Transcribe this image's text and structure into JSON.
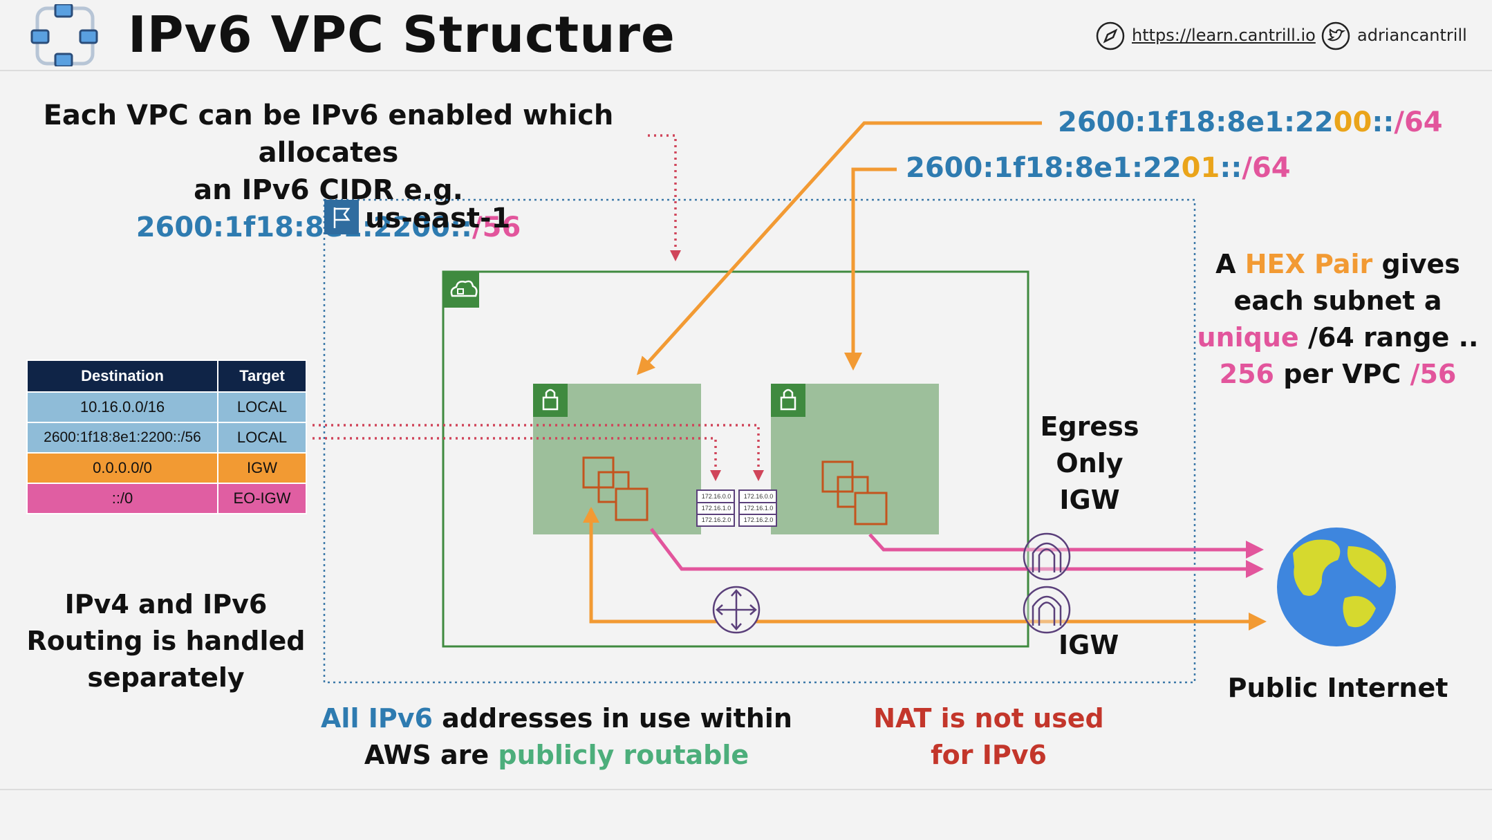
{
  "header": {
    "title": "IPv6 VPC Structure",
    "link_text": "https://learn.cantrill.io",
    "twitter_handle": "adriancantrill",
    "logo_icon": "vpc-network-icon",
    "compass_icon": "compass-icon",
    "twitter_icon": "twitter-bird-icon"
  },
  "intro": {
    "line1": "Each VPC can be IPv6 enabled which allocates",
    "line2_prefix": "an IPv6 CIDR e.g. ",
    "cidr_main": "2600:1f18:8e1:2200::",
    "cidr_suffix": "/56"
  },
  "subnet_cidrs": {
    "a_base": "2600:1f18:8e1:22",
    "a_hex": "00",
    "a_tail": "::",
    "a_suffix": "/64",
    "b_base": "2600:1f18:8e1:22",
    "b_hex": "01",
    "b_tail": "::",
    "b_suffix": "/64"
  },
  "region": {
    "label": "us-east-1",
    "icon": "region-flag-icon"
  },
  "vpc": {
    "icon": "vpc-cloud-icon",
    "subnet_icon": "lock-icon",
    "instance_icon": "instances-icon",
    "router_icon": "router-icon"
  },
  "route_table": {
    "headers": [
      "Destination",
      "Target"
    ],
    "rows": [
      {
        "destination": "10.16.0.0/16",
        "target": "LOCAL",
        "color": "#8fbcd8"
      },
      {
        "destination": "2600:1f18:8e1:2200::/56",
        "target": "LOCAL",
        "color": "#8fbcd8"
      },
      {
        "destination": "0.0.0.0/0",
        "target": "IGW",
        "color": "#f29a33"
      },
      {
        "destination": "::/0",
        "target": "EO-IGW",
        "color": "#e05ea2"
      }
    ],
    "mini_table_rows": [
      "172.16.0.0",
      "172.16.1.0",
      "172.16.2.0"
    ]
  },
  "hex_note": {
    "l1_a": "A ",
    "l1_hex": "HEX Pair",
    "l1_b": " gives",
    "l2": "each subnet a",
    "l3_unique": "unique",
    "l3_b": "  /64 range ..",
    "l4_num": "256",
    "l4_b": " per VPC ",
    "l4_suffix": "/56"
  },
  "egress": {
    "l1": "Egress",
    "l2": "Only",
    "l3": "IGW"
  },
  "igw": {
    "label": "IGW"
  },
  "internet": {
    "label": "Public Internet",
    "icon": "globe-icon"
  },
  "routing_note": {
    "l1": "IPv4 and IPv6",
    "l2": "Routing is handled",
    "l3": "separately"
  },
  "public_note": {
    "l1_a": "All IPv6",
    "l1_b": " addresses in use within",
    "l2_a": "AWS are ",
    "l2_b": "publicly routable"
  },
  "nat_note": {
    "l1": "NAT is not used",
    "l2": "for IPv6"
  },
  "colors": {
    "orange": "#f29a33",
    "pink": "#e2559c",
    "blue": "#2e7bb0",
    "green_border": "#3f8a3f",
    "subnet_fill": "#9dbf9b",
    "purple": "#5a3f7a"
  }
}
